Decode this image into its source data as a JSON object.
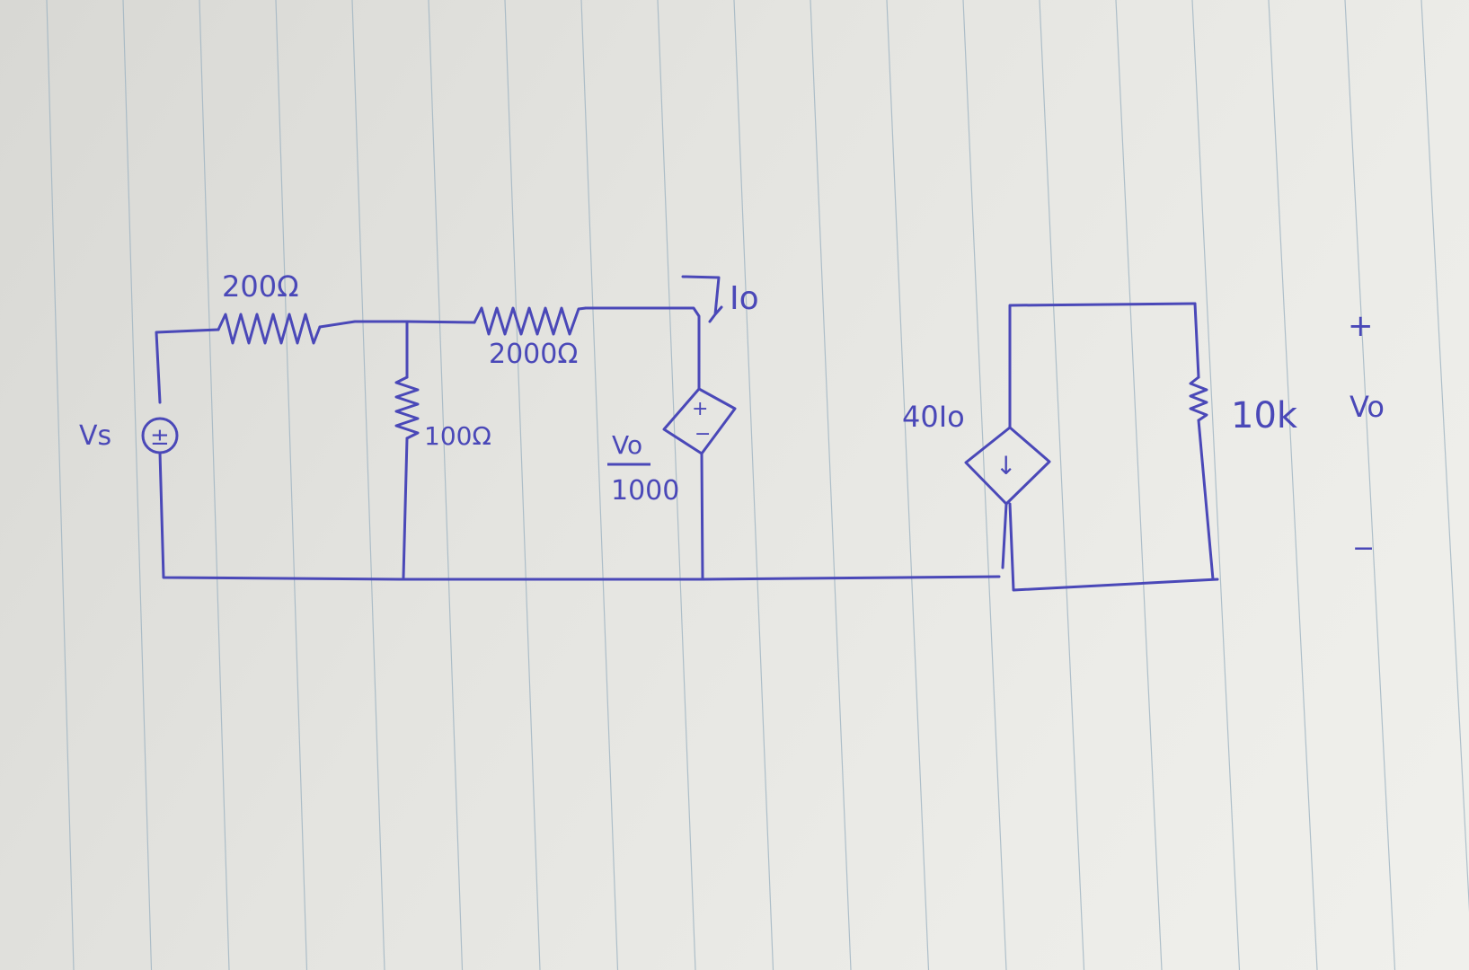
{
  "diagram": {
    "ink_color": "#4a48b8",
    "paper_rule_color": "#9fb4c2",
    "components": {
      "source": {
        "label": "Vs",
        "symbol": "±"
      },
      "r1": {
        "label": "200Ω"
      },
      "r2": {
        "label": "100Ω"
      },
      "r3": {
        "label": "2000Ω"
      },
      "dep_vsource": {
        "numerator": "Vo",
        "denominator": "1000",
        "plus": "+",
        "minus": "−"
      },
      "current_label": "Io",
      "dep_csource": {
        "label": "40Io",
        "arrow": "↓"
      },
      "r_load": {
        "label": "10k"
      },
      "output": {
        "plus": "+",
        "label": "Vo",
        "minus": "−"
      }
    }
  }
}
